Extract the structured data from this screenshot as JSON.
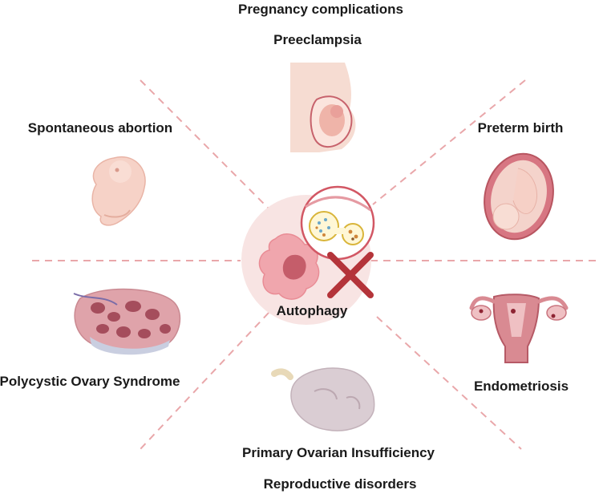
{
  "title_top": "Pregnancy complications",
  "title_bottom": "Reproductive disorders",
  "center": {
    "label": "Autophagy"
  },
  "conditions": {
    "preeclampsia": "Preeclampsia",
    "spontaneous_abortion": "Spontaneous abortion",
    "preterm_birth": "Preterm birth",
    "pcos": "Polycystic Ovary Syndrome",
    "endometriosis": "Endometriosis",
    "poi": "Primary Ovarian Insufficiency"
  },
  "colors": {
    "accent_pink": "#e9a7aa",
    "center_circle": "#f8e4e3",
    "cross_red": "#b4343a",
    "cell_pink": "#f0a6ad"
  }
}
